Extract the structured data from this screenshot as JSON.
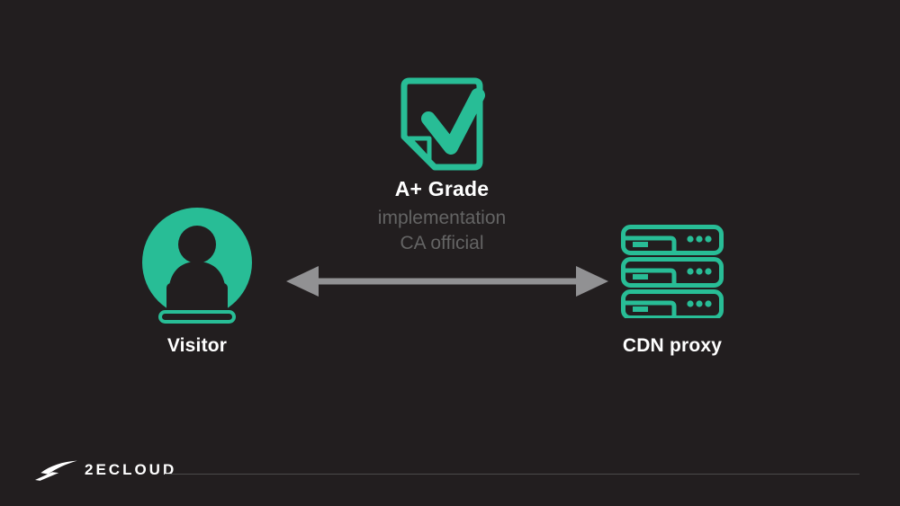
{
  "slide": {
    "background": "#221e1f"
  },
  "colors": {
    "accent_teal": "#28bd96",
    "muted_text": "#646464",
    "arrow_gray": "#919193",
    "divider_gray": "#4a4a4a",
    "text_white": "#ffffff"
  },
  "certificate": {
    "title": "A+ Grade",
    "subtitle_line1": "implementation",
    "subtitle_line2": "CA official",
    "icon": "certificate-check-icon"
  },
  "nodes": {
    "visitor": {
      "label": "Visitor",
      "icon": "visitor-laptop-icon"
    },
    "cdn": {
      "label": "CDN proxy",
      "icon": "server-stack-icon"
    }
  },
  "connection": {
    "icon": "double-headed-arrow-icon",
    "direction": "bidirectional"
  },
  "footer": {
    "brand": "2ECLOUD",
    "logo_icon": "brand-swoosh-icon"
  }
}
